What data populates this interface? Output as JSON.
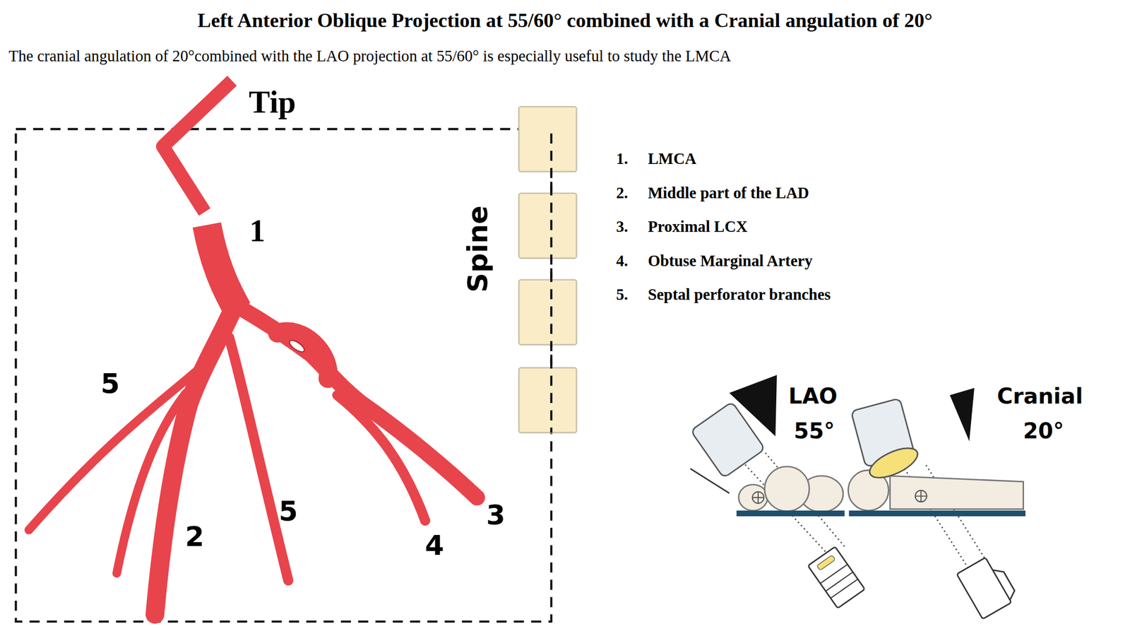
{
  "diagram": {
    "title": "Left Anterior Oblique Projection at 55/60° combined with a Cranial angulation of 20°",
    "caption": "The cranial angulation of 20°combined with the LAO projection at 55/60° is especially useful to study the LMCA",
    "labels": [
      "Tip",
      "1",
      "5",
      "5",
      "2",
      "4",
      "3",
      "Spine",
      "1.",
      "LMCA",
      "2.",
      "Middle part of the LAD",
      "3.",
      "Proximal LCX",
      "4.",
      "Obtuse Marginal Artery",
      "5.",
      "Septal perforator branches",
      "LAO",
      "55°",
      "Cranial",
      "20°"
    ]
  }
}
